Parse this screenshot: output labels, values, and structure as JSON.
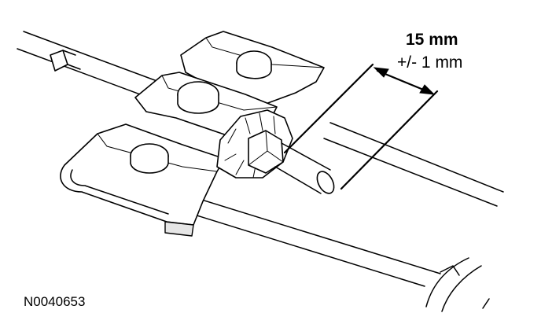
{
  "dimension": {
    "value": "15 mm",
    "tolerance": "+/- 1 mm"
  },
  "figure_id": "N0040653"
}
